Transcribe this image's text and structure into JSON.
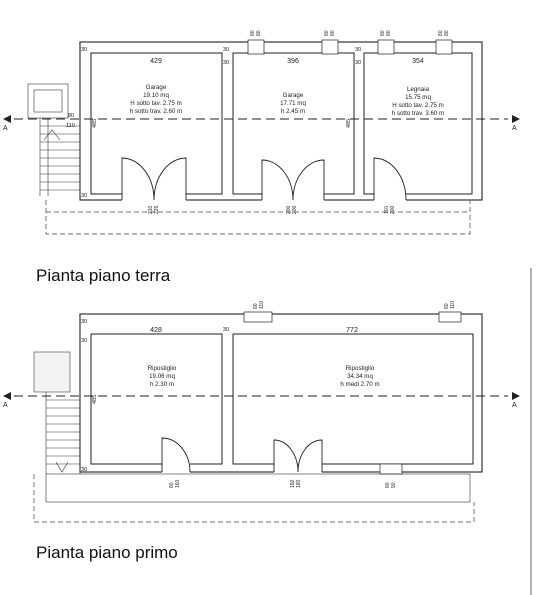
{
  "section_marker": "A",
  "ground_floor": {
    "caption": "Pianta piano terra",
    "rooms": [
      {
        "name": "Garage",
        "area": "19.10 mq",
        "h1": "H sotto tav. 2.75 m",
        "h2": "h sotto trav. 2.60 m",
        "width": "429"
      },
      {
        "name": "Garage",
        "area": "17.71 mq",
        "h1": "h 2.45 m",
        "h2": "",
        "width": "396"
      },
      {
        "name": "Legnaia",
        "area": "15.75 mq",
        "h1": "H sotto tav. 2.75 m",
        "h2": "h sotto trav. 3.60 m",
        "width": "354"
      }
    ],
    "wall_marks": [
      "30",
      "30",
      "30",
      "30",
      "30",
      "30"
    ],
    "window_marks": [
      [
        "80",
        "80"
      ],
      [
        "80",
        "80"
      ],
      [
        "80",
        "80"
      ],
      [
        "80",
        "80"
      ]
    ],
    "side_marks": [
      "80",
      "110",
      "485",
      "485"
    ],
    "door_marks": [
      [
        "210",
        "225"
      ],
      [
        "200",
        "200"
      ],
      [
        "110",
        "200"
      ]
    ]
  },
  "first_floor": {
    "caption": "Pianta piano primo",
    "rooms": [
      {
        "name": "Ripostiglio",
        "area": "19.06 mq",
        "h1": "h 2.30 m",
        "width": "428"
      },
      {
        "name": "Ripostiglio",
        "area": "34.34 mq",
        "h1": "h medi 2.70 m",
        "width": "772"
      }
    ],
    "wall_marks": [
      "30",
      "30",
      "30",
      "30"
    ],
    "window_marks": [
      [
        "80",
        "110"
      ],
      [
        "80",
        "110"
      ]
    ],
    "side_marks": [
      "485"
    ],
    "door_marks": [
      [
        "80",
        "160"
      ],
      [
        "150",
        "180"
      ],
      [
        "80",
        "90"
      ]
    ]
  }
}
